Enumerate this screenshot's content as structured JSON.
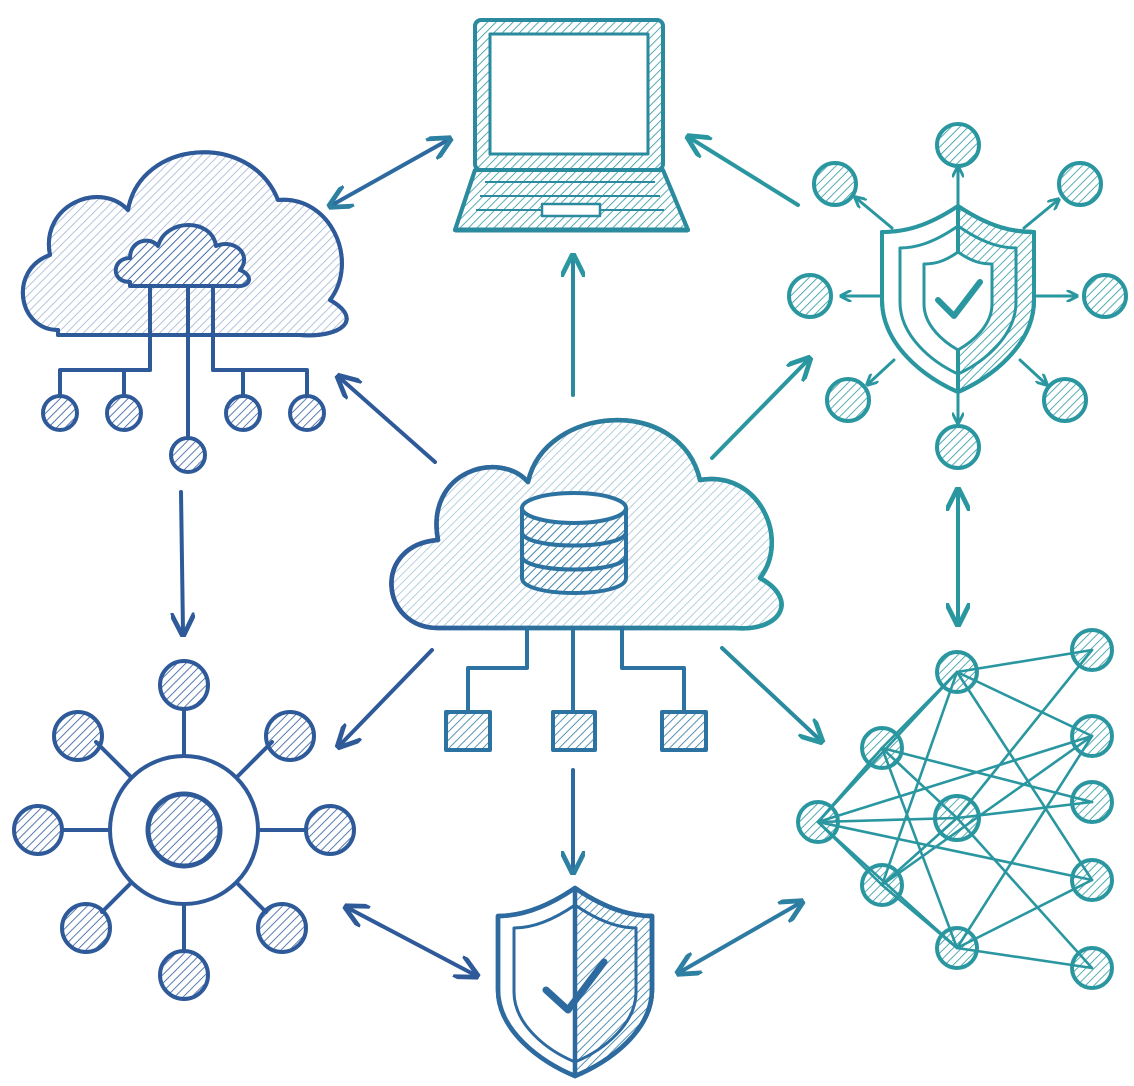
{
  "colors": {
    "blue": "#2f5a9a",
    "teal": "#2a97a0",
    "blue_mid": "#2d73a2",
    "teal_mid": "#2a8aa0",
    "hatch_blue": "#2f5a9a",
    "hatch_teal": "#2a97a0",
    "background": "#ffffff"
  },
  "nodes": [
    {
      "id": "central-cloud-database",
      "icon": "cloud-database-icon"
    },
    {
      "id": "laptop",
      "icon": "laptop-icon"
    },
    {
      "id": "cloud-network",
      "icon": "cloud-network-icon"
    },
    {
      "id": "shield-hub",
      "icon": "shield-hub-icon"
    },
    {
      "id": "hub-spoke-network",
      "icon": "hub-spoke-icon"
    },
    {
      "id": "security-shield",
      "icon": "shield-check-icon"
    },
    {
      "id": "neural-network",
      "icon": "neural-network-icon"
    }
  ],
  "connections": [
    {
      "from": "central-cloud-database",
      "to": "laptop",
      "direction": "one-way"
    },
    {
      "from": "central-cloud-database",
      "to": "cloud-network",
      "direction": "one-way"
    },
    {
      "from": "central-cloud-database",
      "to": "shield-hub",
      "direction": "one-way"
    },
    {
      "from": "central-cloud-database",
      "to": "hub-spoke-network",
      "direction": "one-way"
    },
    {
      "from": "central-cloud-database",
      "to": "security-shield",
      "direction": "one-way"
    },
    {
      "from": "central-cloud-database",
      "to": "neural-network",
      "direction": "one-way"
    },
    {
      "from": "cloud-network",
      "to": "laptop",
      "direction": "two-way"
    },
    {
      "from": "shield-hub",
      "to": "laptop",
      "direction": "one-way"
    },
    {
      "from": "cloud-network",
      "to": "hub-spoke-network",
      "direction": "one-way"
    },
    {
      "from": "shield-hub",
      "to": "neural-network",
      "direction": "two-way"
    },
    {
      "from": "hub-spoke-network",
      "to": "security-shield",
      "direction": "two-way"
    },
    {
      "from": "neural-network",
      "to": "security-shield",
      "direction": "two-way"
    }
  ]
}
